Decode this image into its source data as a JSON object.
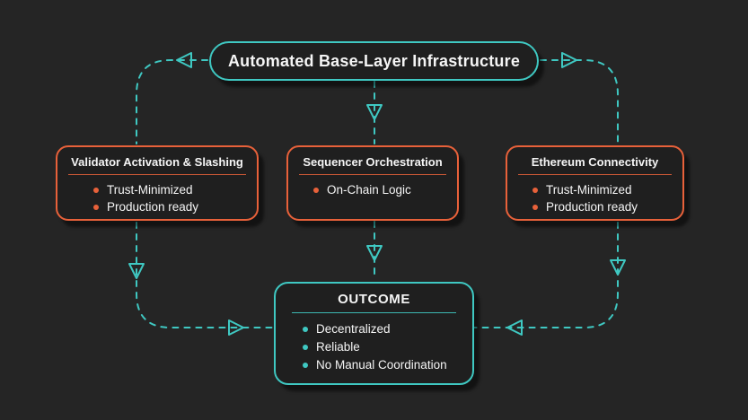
{
  "title_box": {
    "label": "Automated Base-Layer Infrastructure"
  },
  "feature_boxes": [
    {
      "title": "Validator Activation & Slashing",
      "bullets": [
        "Trust-Minimized",
        "Production ready"
      ]
    },
    {
      "title": "Sequencer Orchestration",
      "bullets": [
        "On-Chain Logic"
      ]
    },
    {
      "title": "Ethereum Connectivity",
      "bullets": [
        "Trust-Minimized",
        "Production ready"
      ]
    }
  ],
  "outcome_box": {
    "title": "OUTCOME",
    "bullets": [
      "Decentralized",
      "Reliable",
      "No Manual Coordination"
    ]
  },
  "colors": {
    "background": "#252525",
    "box_fill": "#1f1f1f",
    "teal_accent": "#3fc8c2",
    "orange_accent": "#e8613a",
    "text": "#f5f5f5"
  },
  "icons": {
    "arrow": "hollow-triangle"
  }
}
